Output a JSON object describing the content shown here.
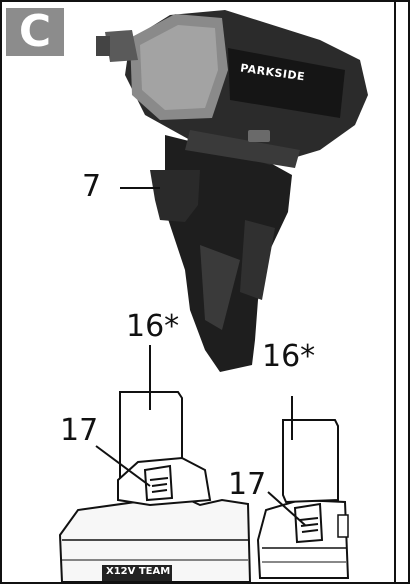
{
  "figure": {
    "letter": "C",
    "brand_text": "PARKSIDE",
    "battery_label_text": "X12V TEAM"
  },
  "callouts": {
    "trigger": "7",
    "battery_left": "16*",
    "battery_right": "16*",
    "release_left": "17",
    "release_right": "17"
  },
  "colors": {
    "letter_bg": "#8c8c8c",
    "line": "#111111",
    "frame": "#111111"
  }
}
